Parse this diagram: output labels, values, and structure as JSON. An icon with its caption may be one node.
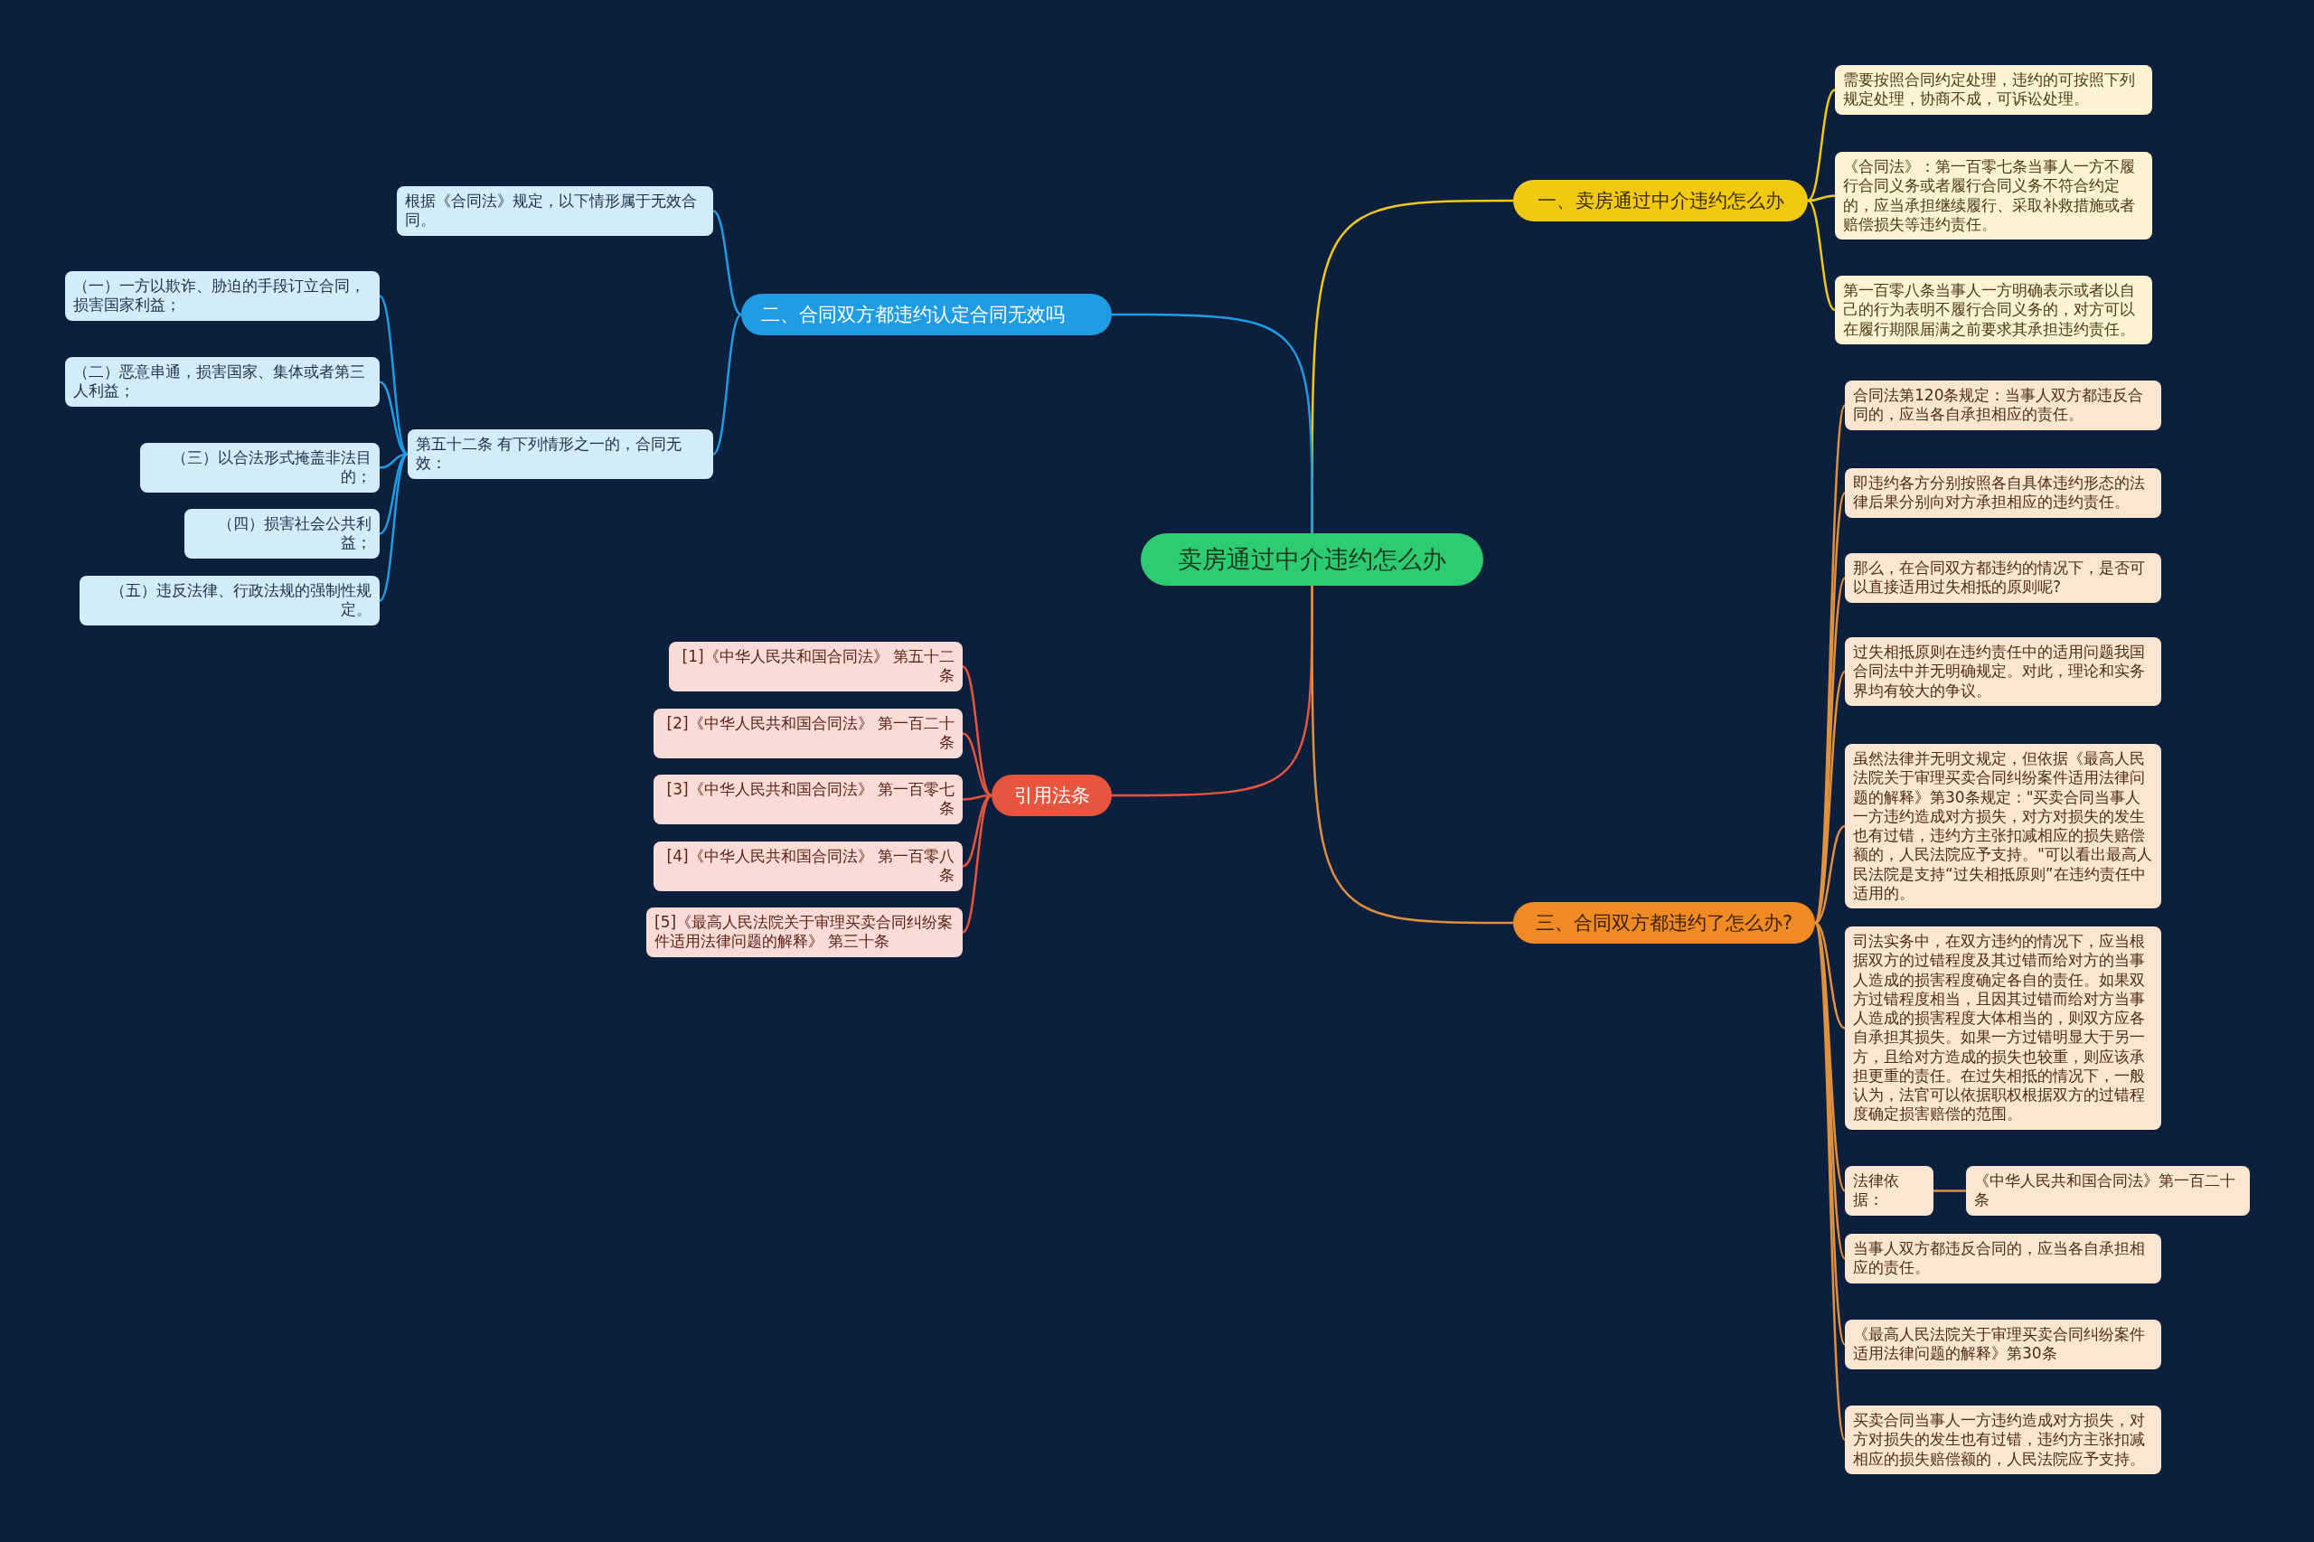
{
  "diagram": {
    "nodes": [
      {
        "text": [
          "卖房通过中介违约怎么办"
        ]
      },
      {
        "text": [
          "一、卖房通过中介违约怎么办"
        ]
      },
      {
        "text": [
          "需要按照合同约定处理，违约的可按照下列规定处理，协商不成，可诉讼处理。"
        ]
      },
      {
        "text": [
          "《合同法》：第一百零七条当事人一方不履行合同义务或者履行合同义务不符合约定的，应当承担继续履行、采取补救措施或者赔偿损失等违约责任。"
        ]
      },
      {
        "text": [
          "第一百零八条当事人一方明确表示或者以自己的行为表明不履行合同义务的，对方可以在履行期限届满之前要求其承担违约责任。"
        ]
      },
      {
        "text": [
          "二、合同双方都违约认定合同无效吗"
        ]
      },
      {
        "text": [
          "根据《合同法》规定，以下情形属于无效合同。"
        ]
      },
      {
        "text": [
          "第五十二条 有下列情形之一的，合同无效："
        ]
      },
      {
        "text": [
          "（一）一方以欺诈、胁迫的手段订立合同，损害国家利益；"
        ]
      },
      {
        "text": [
          "（二）恶意串通，损害国家、集体或者第三人利益；"
        ]
      },
      {
        "text": [
          "（三）以合法形式掩盖非法目的；"
        ]
      },
      {
        "text": [
          "（四）损害社会公共利益；"
        ]
      },
      {
        "text": [
          "（五）违反法律、行政法规的强制性规定。"
        ]
      },
      {
        "text": [
          "引用法条"
        ]
      },
      {
        "text": [
          "[1]《中华人民共和国合同法》 第五十二条"
        ]
      },
      {
        "text": [
          "[2]《中华人民共和国合同法》 第一百二十条"
        ]
      },
      {
        "text": [
          "[3]《中华人民共和国合同法》 第一百零七条"
        ]
      },
      {
        "text": [
          "[4]《中华人民共和国合同法》 第一百零八条"
        ]
      },
      {
        "text": [
          "[5]《最高人民法院关于审理买卖合同纠纷案件适用法律问题的解释》 第三十条"
        ]
      },
      {
        "text": [
          "三、合同双方都违约了怎么办?"
        ]
      },
      {
        "text": [
          "合同法第120条规定：当事人双方都违反合同的，应当各自承担相应的责任。"
        ]
      },
      {
        "text": [
          "即违约各方分别按照各自具体违约形态的法律后果分别向对方承担相应的违约责任。"
        ]
      },
      {
        "text": [
          "那么，在合同双方都违约的情况下，是否可以直接适用过失相抵的原则呢?"
        ]
      },
      {
        "text": [
          "过失相抵原则在违约责任中的适用问题我国合同法中并无明确规定。对此，理论和实务界均有较大的争议。"
        ]
      },
      {
        "text": [
          "虽然法律并无明文规定，但依据《最高人民法院关于审理买卖合同纠纷案件适用法律问题的解释》第30条规定：\"买卖合同当事人一方违约造成对方损失，对方对损失的发生也有过错，违约方主张扣减相应的损失赔偿额的，人民法院应予支持。\"可以看出最高人民法院是支持“过失相抵原则”在违约责任中适用的。"
        ]
      },
      {
        "text": [
          "司法实务中，在双方违约的情况下，应当根据双方的过错程度及其过错而给对方的当事人造成的损害程度确定各自的责任。如果双方过错程度相当，且因其过错而给对方当事人造成的损害程度大体相当的，则双方应各自承担其损失。如果一方过错明显大于另一方，且给对方造成的损失也较重，则应该承担更重的责任。在过失相抵的情况下，一般认为，法官可以依据职权根据双方的过错程度确定损害赔偿的范围。"
        ]
      },
      {
        "text": [
          "法律依据："
        ]
      },
      {
        "text": [
          "《中华人民共和国合同法》第一百二十条"
        ]
      },
      {
        "text": [
          "当事人双方都违反合同的，应当各自承担相应的责任。"
        ]
      },
      {
        "text": [
          "《最高人民法院关于审理买卖合同纠纷案件适用法律问题的解释》第30条"
        ]
      },
      {
        "text": [
          "买卖合同当事人一方违约造成对方损失，对方对损失的发生也有过错，违约方主张扣减相应的损失赔偿额的，人民法院应予支持。"
        ]
      }
    ],
    "edges": [
      {
        "from": 0,
        "to": 1,
        "arrow": "none",
        "color": "#f2c811"
      },
      {
        "from": 1,
        "to": 2,
        "arrow": "none",
        "color": "#f2c811"
      },
      {
        "from": 1,
        "to": 3,
        "arrow": "none",
        "color": "#f2c811"
      },
      {
        "from": 1,
        "to": 4,
        "arrow": "none",
        "color": "#f2c811"
      },
      {
        "from": 0,
        "to": 5,
        "arrow": "none",
        "color": "#1f9ce3"
      },
      {
        "from": 5,
        "to": 6,
        "arrow": "none",
        "color": "#1f9ce3"
      },
      {
        "from": 5,
        "to": 7,
        "arrow": "none",
        "color": "#1f9ce3"
      },
      {
        "from": 7,
        "to": 8,
        "arrow": "none",
        "color": "#1f9ce3"
      },
      {
        "from": 7,
        "to": 9,
        "arrow": "none",
        "color": "#1f9ce3"
      },
      {
        "from": 7,
        "to": 10,
        "arrow": "none",
        "color": "#1f9ce3"
      },
      {
        "from": 7,
        "to": 11,
        "arrow": "none",
        "color": "#1f9ce3"
      },
      {
        "from": 7,
        "to": 12,
        "arrow": "none",
        "color": "#1f9ce3"
      },
      {
        "from": 0,
        "to": 13,
        "arrow": "none",
        "color": "#e8553f"
      },
      {
        "from": 13,
        "to": 14,
        "arrow": "none",
        "color": "#e8553f"
      },
      {
        "from": 13,
        "to": 15,
        "arrow": "none",
        "color": "#e8553f"
      },
      {
        "from": 13,
        "to": 16,
        "arrow": "none",
        "color": "#e8553f"
      },
      {
        "from": 13,
        "to": 17,
        "arrow": "none",
        "color": "#e8553f"
      },
      {
        "from": 13,
        "to": 18,
        "arrow": "none",
        "color": "#e8553f"
      },
      {
        "from": 0,
        "to": 19,
        "arrow": "none"
      },
      {
        "from": 19,
        "to": 20,
        "arrow": "none"
      },
      {
        "from": 19,
        "to": 21,
        "arrow": "none"
      },
      {
        "from": 19,
        "to": 22,
        "arrow": "none"
      },
      {
        "from": 19,
        "to": 23,
        "arrow": "none"
      },
      {
        "from": 19,
        "to": 24,
        "arrow": "none"
      },
      {
        "from": 19,
        "to": 25,
        "arrow": "none"
      },
      {
        "from": 19,
        "to": 26,
        "arrow": "none"
      },
      {
        "from": 26,
        "to": 27,
        "arrow": "none"
      },
      {
        "from": 19,
        "to": 28,
        "arrow": "none"
      },
      {
        "from": 19,
        "to": 29,
        "arrow": "none"
      },
      {
        "from": 19,
        "to": 30,
        "arrow": "none"
      }
    ]
  }
}
